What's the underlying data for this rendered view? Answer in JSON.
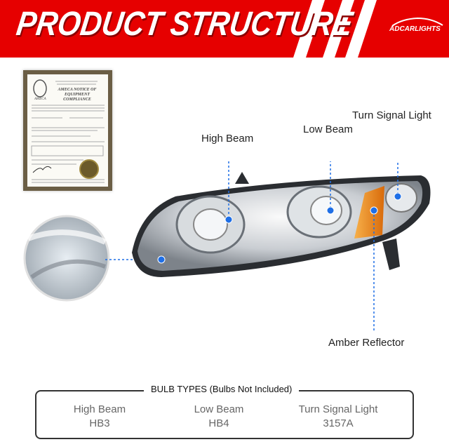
{
  "header": {
    "title": "PRODUCT STRUCTURE",
    "brand": "ADCARLIGHTS"
  },
  "colors": {
    "banner": "#e60000",
    "callout_dot": "#1f6fe6",
    "amber": "#f08a1c"
  },
  "certificate": {
    "org": "AMECA",
    "heading_line1": "AMECA NOTICE OF",
    "heading_line2": "EQUIPMENT COMPLIANCE"
  },
  "callouts": {
    "high_beam": "High Beam",
    "low_beam": "Low Beam",
    "turn_signal": "Turn Signal Light",
    "amber_reflector": "Amber Reflector"
  },
  "bulb_types": {
    "title": "BULB TYPES (Bulbs Not Included)",
    "items": [
      {
        "label": "High Beam",
        "value": "HB3"
      },
      {
        "label": "Low Beam",
        "value": "HB4"
      },
      {
        "label": "Turn Signal Light",
        "value": "3157A"
      }
    ]
  }
}
